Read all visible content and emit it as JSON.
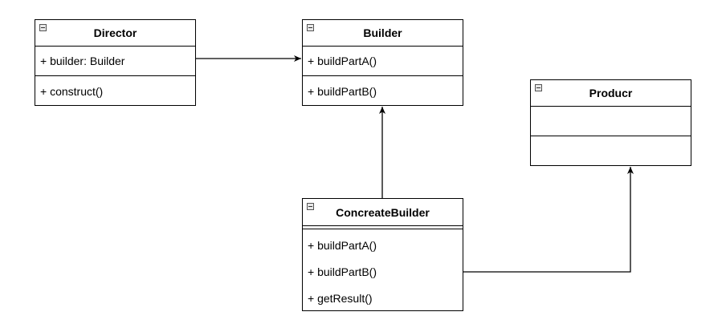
{
  "classes": {
    "director": {
      "name": "Director",
      "attributes": [
        "+ builder: Builder"
      ],
      "methods": [
        "+ construct()"
      ]
    },
    "builder": {
      "name": "Builder",
      "attributes": [
        "+ buildPartA()"
      ],
      "methods": [
        "+ buildPartB()"
      ]
    },
    "producr": {
      "name": "Producr",
      "attributes": [],
      "methods": []
    },
    "concrete_builder": {
      "name": "ConcreateBuilder",
      "attributes": [],
      "methods": [
        "+ buildPartA()",
        "+ buildPartB()",
        "+ getResult()"
      ]
    }
  },
  "relationships": [
    {
      "from": "Director",
      "to": "Builder",
      "kind": "association"
    },
    {
      "from": "ConcreateBuilder",
      "to": "Builder",
      "kind": "association"
    },
    {
      "from": "ConcreateBuilder",
      "to": "Producr",
      "kind": "association"
    }
  ]
}
